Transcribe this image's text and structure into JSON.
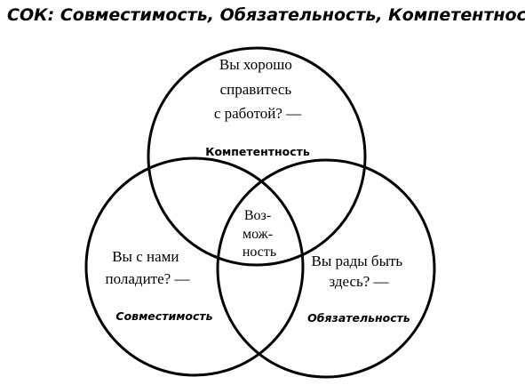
{
  "diagram": {
    "title": "СОК: Совместимость, Обязательность, Компетентность",
    "circles": {
      "top": {
        "question_lines": [
          "Вы хорошо",
          "справитесь",
          "с работой? —"
        ],
        "label": "Компетентность"
      },
      "left": {
        "question_lines": [
          "Вы с нами",
          "поладите? —"
        ],
        "label": "Совместимость"
      },
      "right": {
        "question_lines": [
          "Вы рады быть",
          "здесь? —"
        ],
        "label": "Обязательность"
      }
    },
    "center_lines": [
      "Воз-",
      "мож-",
      "ность"
    ]
  }
}
